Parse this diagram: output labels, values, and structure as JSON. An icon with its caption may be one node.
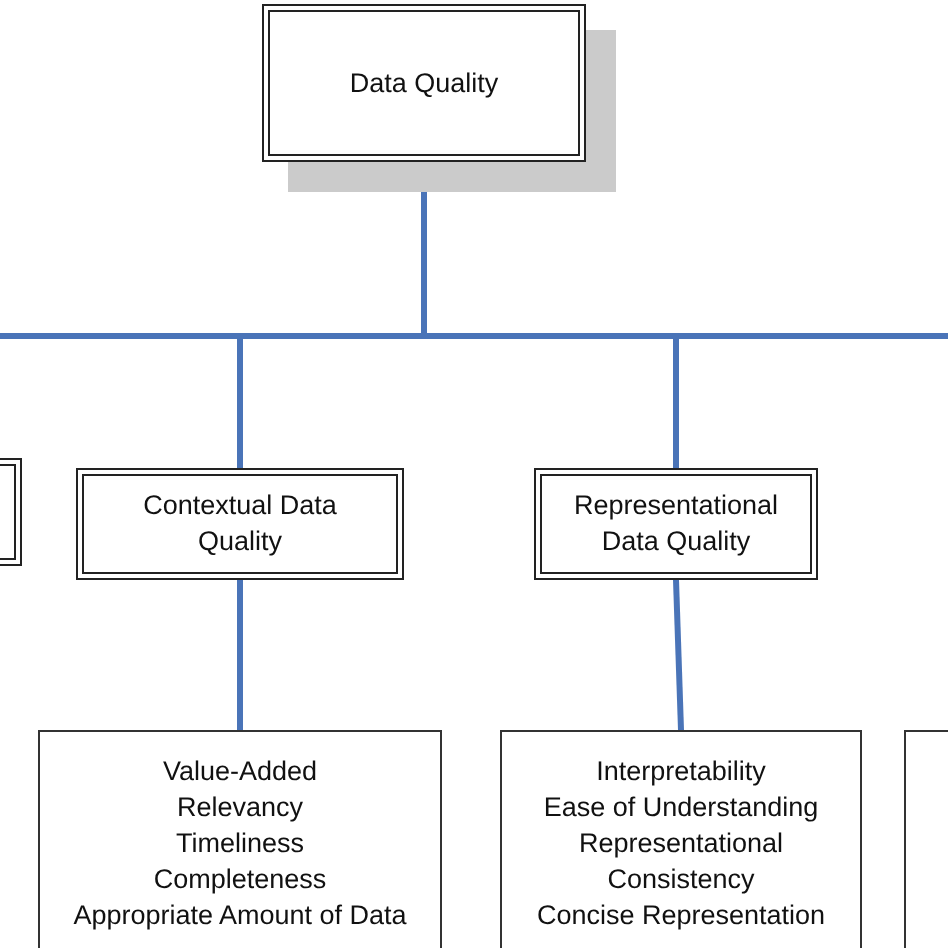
{
  "diagram": {
    "nodes": [
      {
        "text": [
          "Data Quality"
        ]
      },
      {
        "text": [],
        "shape": "box"
      },
      {
        "text": [
          "Contextual Data Quality"
        ]
      },
      {
        "text": [
          "Representational Data Quality"
        ]
      },
      {
        "text": [
          "Value-Added",
          "Relevancy",
          "Timeliness",
          "Completeness",
          "Appropriate Amount of Data"
        ]
      },
      {
        "text": [
          "Interpretability",
          "Ease of Understanding",
          "Representational Consistency",
          "Concise Representation"
        ]
      },
      {
        "text": [],
        "shape": "box"
      }
    ],
    "edges": [
      {
        "from": 0,
        "to": null,
        "arrow": "none"
      },
      {
        "from": 0,
        "to": 2,
        "arrow": "none"
      },
      {
        "from": 0,
        "to": 3,
        "arrow": "none"
      },
      {
        "from": 0,
        "to": null,
        "arrow": "none"
      },
      {
        "from": 2,
        "to": 4,
        "arrow": "none"
      },
      {
        "from": 3,
        "to": 5,
        "arrow": "none"
      }
    ]
  }
}
